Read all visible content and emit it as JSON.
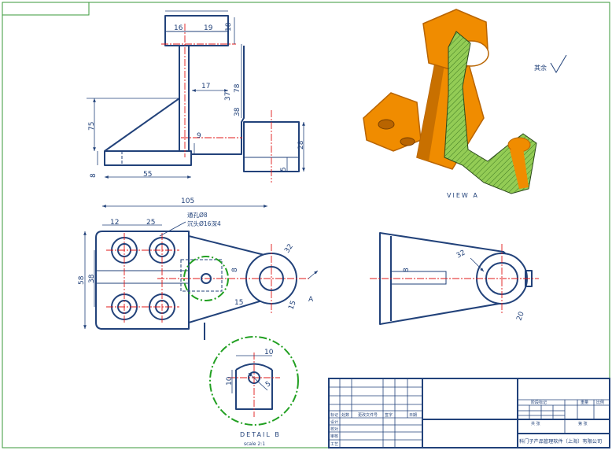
{
  "front_view": {
    "dims": [
      "16",
      "19",
      "18",
      "17",
      "78",
      "37",
      "38",
      "75",
      "9",
      "28",
      "5",
      "8",
      "55"
    ]
  },
  "top_view": {
    "dims": [
      "105",
      "12",
      "25",
      "58",
      "38",
      "8",
      "15",
      "32",
      "15"
    ],
    "hole_note_line1": "通孔Ø8",
    "hole_note_line2": "沉头Ø16深4",
    "section_label": "A"
  },
  "side_view": {
    "dims": [
      "8",
      "32",
      "20"
    ]
  },
  "iso_view": {
    "caption": "VIEW A",
    "roughness_note": "其余"
  },
  "detail_view": {
    "dims": [
      "10",
      "10",
      "5"
    ],
    "title": "DETAIL B",
    "scale": "scale 2:1"
  },
  "title_block": {
    "h_mark": "标记",
    "h_count": "处数",
    "h_doc": "更改文件号",
    "h_sign": "签字",
    "h_date": "日期",
    "h_design": "设计",
    "h_check": "校对",
    "h_review": "审核",
    "h_craft": "工艺",
    "h_stage": "阶段标记",
    "h_weight": "重量",
    "h_ratio": "比例",
    "h_total": "共 张",
    "h_sheet": "第 张",
    "company": "科门子产品管理软件（上海）有限公司"
  },
  "colors": {
    "line": "#22427a",
    "center": "#e01818",
    "frame": "#3a9a3a",
    "part": "#f08c00",
    "part_dark": "#b86400",
    "section_fill": "#93cc55"
  }
}
